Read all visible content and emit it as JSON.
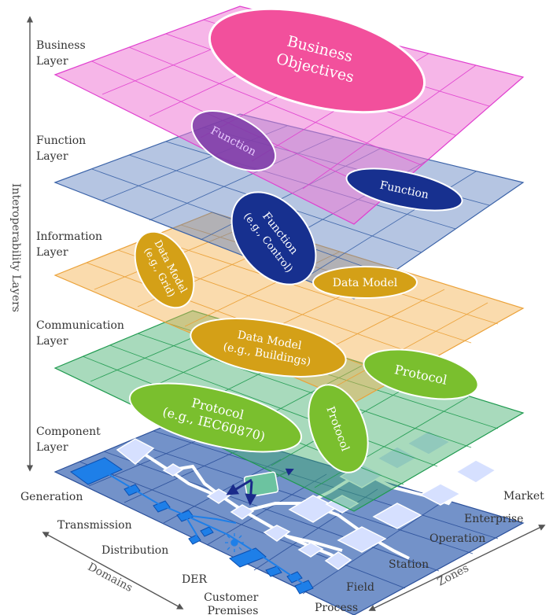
{
  "vertical_axis_label": "Interoperability Layers",
  "layers": [
    {
      "id": "business",
      "line1": "Business",
      "line2": "Layer"
    },
    {
      "id": "function",
      "line1": "Function",
      "line2": "Layer"
    },
    {
      "id": "information",
      "line1": "Information",
      "line2": "Layer"
    },
    {
      "id": "communication",
      "line1": "Communication",
      "line2": "Layer"
    },
    {
      "id": "component",
      "line1": "Component",
      "line2": "Layer"
    }
  ],
  "ellipses": {
    "business_objectives": {
      "line1": "Business",
      "line2": "Objectives"
    },
    "function_purple": {
      "line1": "Function"
    },
    "function_right": {
      "line1": "Function"
    },
    "function_control": {
      "line1": "Function",
      "line2": "(e.g., Control)"
    },
    "data_model_grid": {
      "line1": "Data Model",
      "line2": "(e.g., Grid)"
    },
    "data_model_right": {
      "line1": "Data Model"
    },
    "data_model_buildings": {
      "line1": "Data Model",
      "line2": "(e.g., Buildings)"
    },
    "protocol_right": {
      "line1": "Protocol"
    },
    "protocol_iec": {
      "line1": "Protocol",
      "line2": "(e.g., IEC60870)"
    },
    "protocol_vertical": {
      "line1": "Protocol"
    }
  },
  "domains": {
    "axis_label": "Domains",
    "items": [
      "Generation",
      "Transmission",
      "Distribution",
      "DER",
      "Customer Premises"
    ]
  },
  "zones": {
    "axis_label": "Zones",
    "items": [
      "Process",
      "Field",
      "Station",
      "Operation",
      "Enterprise",
      "Market"
    ]
  },
  "colors": {
    "business": "#ee7ad6",
    "function": "#5b7fbf",
    "information": "#f5b04a",
    "communication": "#3fae6a",
    "component": "#3b63a8",
    "ellipse_pink": "#f2509c",
    "ellipse_purple": "#7a3aa6",
    "ellipse_navy": "#17308f",
    "ellipse_gold": "#d4a017",
    "ellipse_green": "#7abf2e"
  }
}
